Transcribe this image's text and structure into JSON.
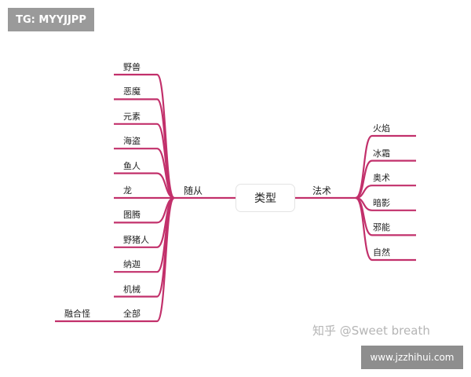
{
  "root": "类型",
  "left_branch": {
    "label": "随从",
    "children": [
      "野兽",
      "恶魔",
      "元素",
      "海盗",
      "鱼人",
      "龙",
      "图腾",
      "野猪人",
      "纳迦",
      "机械",
      "全部"
    ],
    "sub_child": {
      "parent": "全部",
      "label": "融合怪"
    }
  },
  "right_branch": {
    "label": "法术",
    "children": [
      "火焰",
      "冰霜",
      "奥术",
      "暗影",
      "邪能",
      "自然"
    ]
  },
  "watermarks": {
    "tg": "TG: MYYJJPP",
    "zhihu": "知乎 @Sweet breath",
    "site": "www.jzzhihui.com"
  },
  "colors": {
    "line": "#c2306b"
  }
}
